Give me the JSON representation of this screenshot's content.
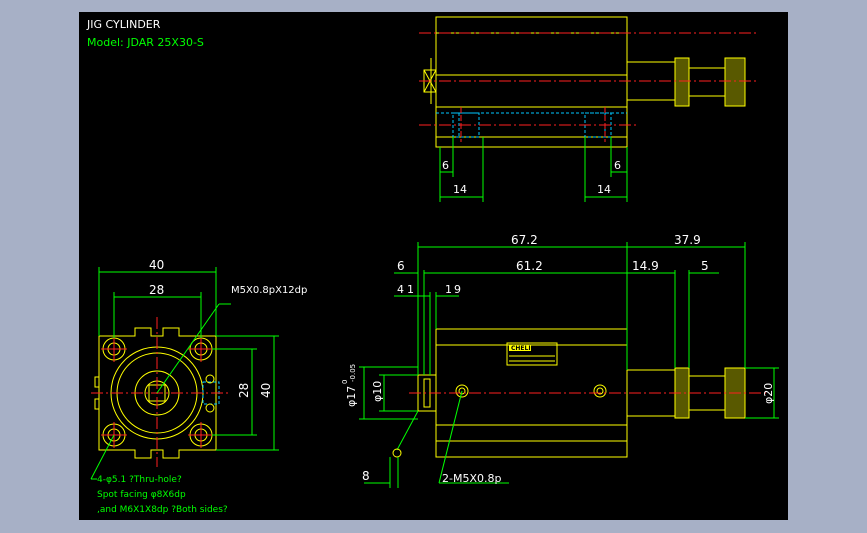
{
  "title": {
    "line1": "JIG CYLINDER",
    "line2": "Model:  JDAR  25X30-S"
  },
  "colors": {
    "background": "#000000",
    "frame": "#a7b0c6",
    "outline": "#ffff00",
    "dimension": "#00ff00",
    "center_line": "#ff2020",
    "hidden": "#00c8ff",
    "text": "#ffffff"
  },
  "top_view": {
    "dims": [
      "6",
      "6",
      "14",
      "14"
    ]
  },
  "side_view": {
    "dims": {
      "d67_2": "67.2",
      "d37_9": "37.9",
      "d6": "6",
      "d61_2": "61.2",
      "d14_9": "14.9",
      "d5": "5",
      "d4": "4",
      "d1a": "1",
      "d1b": "1",
      "d9": "9",
      "d8": "8",
      "dia10": "φ10",
      "dia17": "φ17",
      "tol": "0",
      "tol2": "-0.05",
      "dia20": "φ20"
    },
    "label_brand": "CHELIC",
    "callout_port": "2-M5X0.8p"
  },
  "front_view": {
    "dims": {
      "d40": "40",
      "d28": "28",
      "v28": "28",
      "v40": "40"
    },
    "callout_thread": "M5X0.8pX12dp",
    "note": [
      "4-φ5.1 ?Thru-hole?",
      "Spot facing  φ8X6dp",
      ",and M6X1X8dp ?Both sides?"
    ]
  }
}
